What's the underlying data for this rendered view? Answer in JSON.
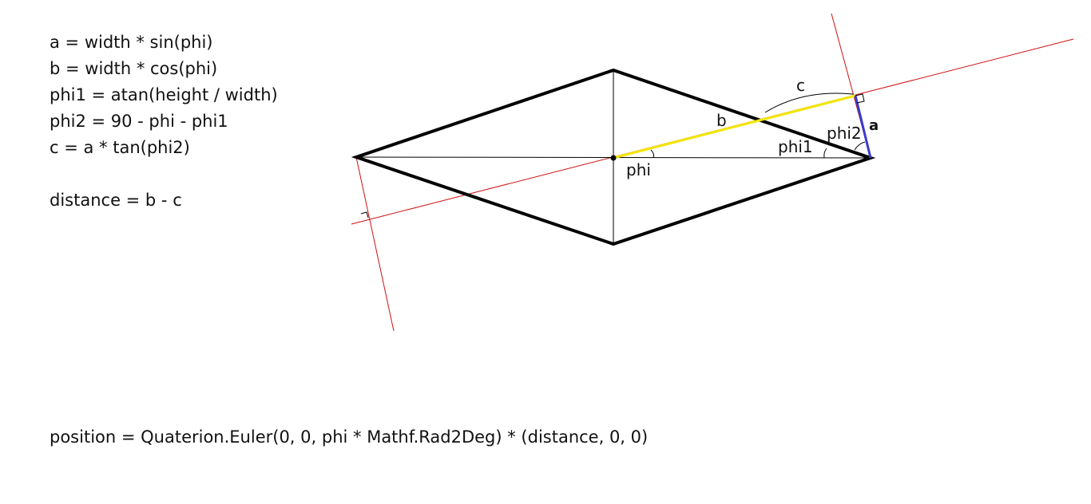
{
  "formulas": {
    "a": "a = width * sin(phi)",
    "b": "b = width * cos(phi)",
    "phi1": "phi1 = atan(height / width)",
    "phi2": "phi2 = 90 - phi - phi1",
    "c": "c = a * tan(phi2)",
    "distance": "distance = b - c",
    "position": "position = Quaterion.Euler(0, 0, phi * Mathf.Rad2Deg) * (distance, 0, 0)"
  },
  "labels": {
    "a": "a",
    "b": "b",
    "c": "c",
    "phi": "phi",
    "phi1": "phi1",
    "phi2": "phi2"
  },
  "colors": {
    "outline": "#000000",
    "guide": "#d01010",
    "b_segment": "#f2e600",
    "a_segment": "#3a3ad0"
  }
}
